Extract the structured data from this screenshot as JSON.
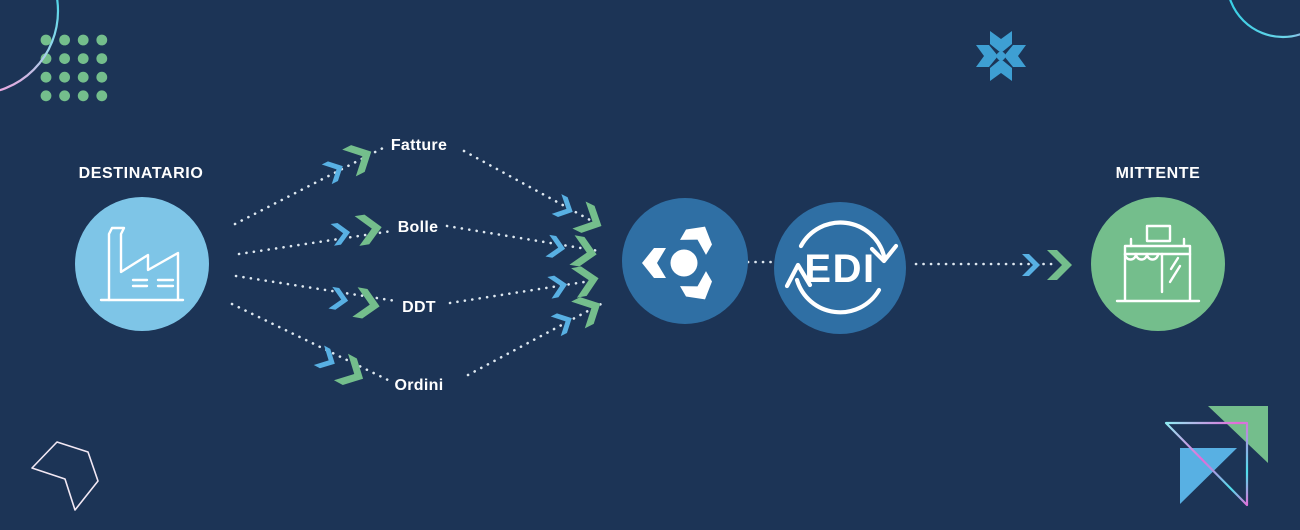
{
  "diagram_type": "edi-document-flow",
  "labels": {
    "destinatario": "DESTINATARIO",
    "mittente": "MITTENTE",
    "edi": "EDI"
  },
  "documents": [
    "Fatture",
    "Bolle",
    "DDT",
    "Ordini"
  ],
  "icons": {
    "left_node": "factory-icon",
    "right_node": "shop-icon",
    "hub": "sync-hexagon-icon",
    "edi": "cycle-arrows-icon"
  },
  "colors": {
    "background": "#1C3456",
    "light_blue_circle": "#7EC5E7",
    "green_circle": "#74BE8C",
    "hub_blue_circle": "#2F6FA4",
    "chevron_blue": "#58B0E3",
    "chevron_green": "#74BE8C",
    "dot_grid_green": "#74BE8C",
    "snowflake_blue": "#3E9FD3",
    "dotted_line": "#E9F2F9",
    "gradient_cyan": "#3FD4E6",
    "gradient_magenta": "#E070D8",
    "text": "#FFFFFF"
  }
}
